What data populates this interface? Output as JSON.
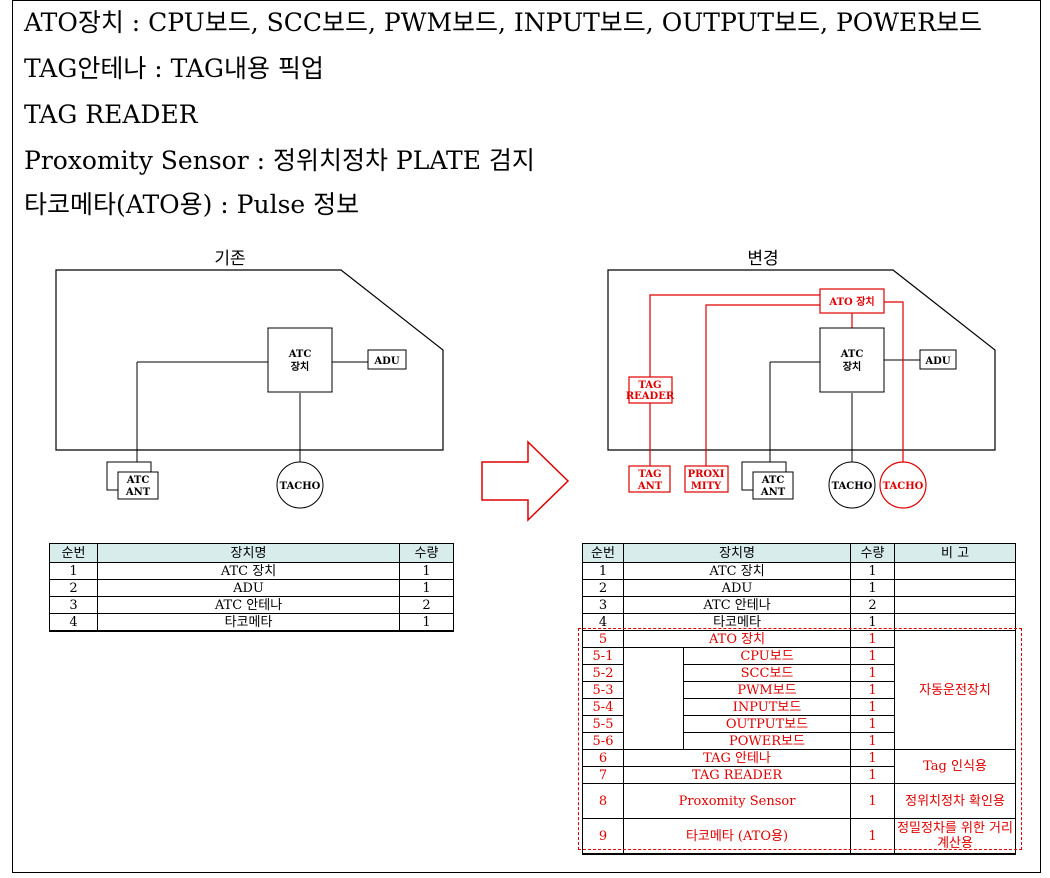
{
  "header_lines": [
    "ATO장치 : CPU보드, SCC보드, PWM보드, INPUT보드, OUTPUT보드, POWER보드",
    "TAG안테나 : TAG내용 픽업",
    "TAG READER",
    "Proxomity Sensor : 정위치정차 PLATE 검지",
    "타코메타(ATO용) : Pulse 정보"
  ],
  "diagram_left": {
    "title": "기존",
    "atc_box": [
      "ATC",
      "장치"
    ],
    "adu": "ADU",
    "atc_ant": [
      "ATC",
      "ANT"
    ],
    "tacho": "TACHO"
  },
  "diagram_right": {
    "title": "변경",
    "ato_box": "ATO 장치",
    "atc_box": [
      "ATC",
      "장치"
    ],
    "adu": "ADU",
    "tag_reader": [
      "TAG",
      "READER"
    ],
    "tag_ant": [
      "TAG",
      "ANT"
    ],
    "proximity": [
      "PROXI",
      "MITY"
    ],
    "atc_ant": [
      "ATC",
      "ANT"
    ],
    "tacho": "TACHO",
    "tacho_red": "TACHO"
  },
  "colors": {
    "highlight": "#e00000",
    "header_fill": "#d8ecec",
    "arrow": "#e00000"
  },
  "table_left": {
    "headers": [
      "순번",
      "장치명",
      "수량"
    ],
    "rows": [
      [
        "1",
        "ATC 장치",
        "1"
      ],
      [
        "2",
        "ADU",
        "1"
      ],
      [
        "3",
        "ATC 안테나",
        "2"
      ],
      [
        "4",
        "타코메타",
        "1"
      ]
    ]
  },
  "table_right": {
    "headers": [
      "순번",
      "장치명",
      "수량",
      "비 고"
    ],
    "rows_black": [
      [
        "1",
        "ATC 장치",
        "1"
      ],
      [
        "2",
        "ADU",
        "1"
      ],
      [
        "3",
        "ATC 안테나",
        "2"
      ],
      [
        "4",
        "타코메타",
        "1"
      ]
    ],
    "row5": [
      "5",
      "ATO 장치",
      "1"
    ],
    "sub_rows": [
      [
        "5-1",
        "CPU보드",
        "1"
      ],
      [
        "5-2",
        "SCC보드",
        "1"
      ],
      [
        "5-3",
        "PWM보드",
        "1"
      ],
      [
        "5-4",
        "INPUT보드",
        "1"
      ],
      [
        "5-5",
        "OUTPUT보드",
        "1"
      ],
      [
        "5-6",
        "POWER보드",
        "1"
      ]
    ],
    "note_ato": "자동운전장치",
    "row6": [
      "6",
      "TAG 안테나",
      "1"
    ],
    "row7": [
      "7",
      "TAG READER",
      "1"
    ],
    "note_tag": "Tag 인식용",
    "row8": [
      "8",
      "Proxomity Sensor",
      "1"
    ],
    "note_prox": "정위치정차 확인용",
    "row9": [
      "9",
      "타코메타 (ATO용)",
      "1"
    ],
    "note_tacho": "정밀정차를 위한 거리계산용"
  }
}
